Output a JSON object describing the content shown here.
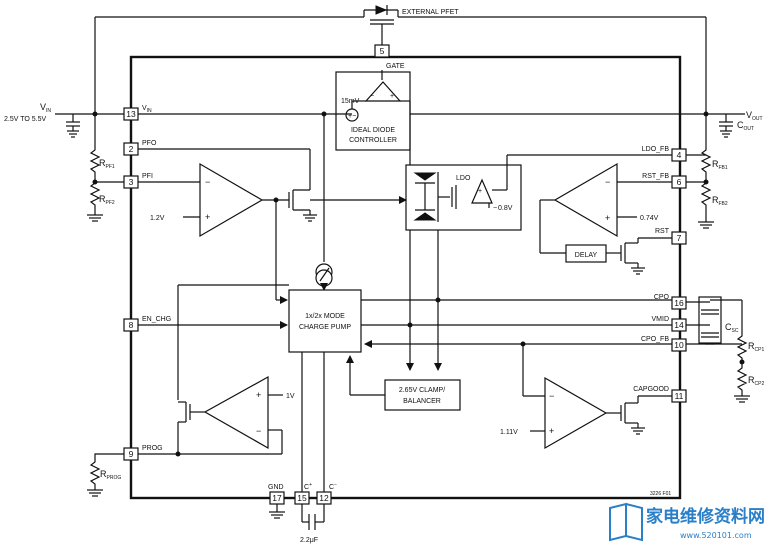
{
  "labels": {
    "external_pfet": "EXTERNAL PFET",
    "vin": "V",
    "vin_sub": "IN",
    "vin_range": "2.5V TO 5.5V",
    "vout": "V",
    "vout_sub": "OUT",
    "cout": "C",
    "cout_sub": "OUT",
    "rpf1": "R",
    "rpf1_sub": "PF1",
    "rpf2": "R",
    "rpf2_sub": "PF2",
    "rfb1": "R",
    "rfb1_sub": "FB1",
    "rfb2": "R",
    "rfb2_sub": "FB2",
    "csc": "C",
    "csc_sub": "SC",
    "rcp1": "R",
    "rcp1_sub": "CP1",
    "rcp2": "R",
    "rcp2_sub": "CP2",
    "rprog": "R",
    "rprog_sub": "PROG",
    "flycap": "2.2μF",
    "ideal_diode_1": "IDEAL DIODE",
    "ideal_diode_2": "CONTROLLER",
    "offset": "15mV",
    "ldo": "LDO",
    "ref_08": "0.8V",
    "ref_074": "0.74V",
    "ref_12": "1.2V",
    "ref_1": "1V",
    "ref_111": "1.11V",
    "delay": "DELAY",
    "cp_1": "1x/2x MODE",
    "cp_2": "CHARGE PUMP",
    "clamp_1": "2.65V CLAMP/",
    "clamp_2": "BALANCER",
    "fig_code": "3226 F01",
    "watermark": "家电维修资料网",
    "watermark_url": "www.520101.com"
  },
  "pins": [
    {
      "num": "5",
      "name": "GATE"
    },
    {
      "num": "13",
      "name": "V",
      "sub": "IN"
    },
    {
      "num": "2",
      "name": "PFO"
    },
    {
      "num": "3",
      "name": "PFI"
    },
    {
      "num": "8",
      "name": "EN_CHG"
    },
    {
      "num": "9",
      "name": "PROG"
    },
    {
      "num": "4",
      "name": "LDO_FB"
    },
    {
      "num": "6",
      "name": "RST_FB"
    },
    {
      "num": "7",
      "name": "RST"
    },
    {
      "num": "16",
      "name": "CPO"
    },
    {
      "num": "14",
      "name": "VMID"
    },
    {
      "num": "10",
      "name": "CPO_FB"
    },
    {
      "num": "11",
      "name": "CAPGOOD"
    },
    {
      "num": "17",
      "name": "GND"
    },
    {
      "num": "15",
      "name": "C",
      "sup": "+"
    },
    {
      "num": "12",
      "name": "C",
      "sup": "−"
    }
  ]
}
